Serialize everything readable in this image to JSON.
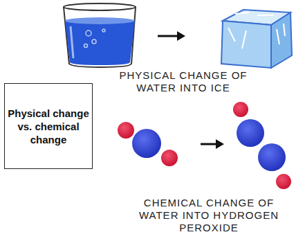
{
  "diagram": {
    "nodes": [
      {
        "text": [
          "Physical change vs. chemical change"
        ]
      }
    ],
    "labels": [
      "PHYSICAL CHANGE OF WATER INTO ICE",
      "CHEMICAL CHANGE OF WATER INTO HYDROGEN PEROXIDE"
    ]
  }
}
